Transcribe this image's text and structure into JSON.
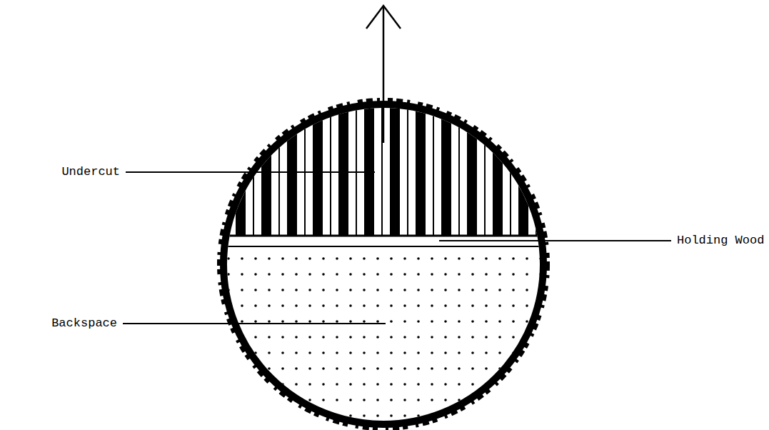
{
  "diagram": {
    "labels": [
      "Undercut",
      "Holding Wood",
      "Backspace"
    ]
  }
}
